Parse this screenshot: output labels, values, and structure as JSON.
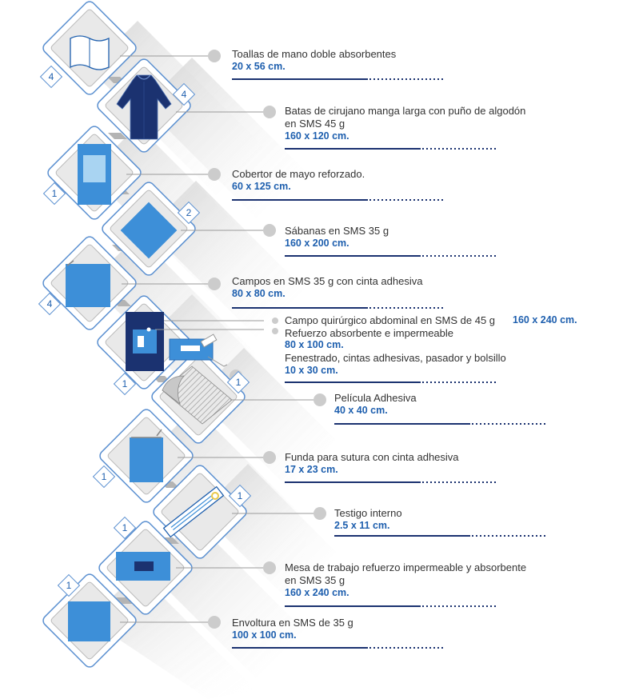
{
  "items": [
    {
      "label": "Toallas de mano doble absorbentes",
      "size": "20 x 56 cm.",
      "qty": "4",
      "icon": "hand-towel-icon"
    },
    {
      "label": "Batas de cirujano manga larga con puño de algodón",
      "label2": "en SMS 45 g",
      "size": "160 x 120 cm.",
      "qty": "4",
      "icon": "surgical-gown-icon"
    },
    {
      "label": "Cobertor de mayo reforzado.",
      "size": "60 x 125 cm.",
      "qty": "1",
      "icon": "mayo-cover-icon"
    },
    {
      "label": "Sábanas  en SMS 35 g",
      "size": "160 x 200 cm.",
      "qty": "2",
      "icon": "sheet-icon"
    },
    {
      "label": "Campos en SMS 35 g con cinta adhesiva",
      "size": "80 x 80 cm.",
      "qty": "4",
      "icon": "adhesive-field-icon"
    },
    {
      "label": "Campo quirúrgico abdominal en SMS de 45 g",
      "size": "160 x 240 cm.",
      "qty": "1",
      "icon": "abdominal-drape-icon"
    },
    {
      "label": "Refuerzo absorbente e impermeable",
      "size": "80 x 100 cm."
    },
    {
      "label": "Fenestrado, cintas adhesivas, pasador y bolsillo",
      "size": "10 x 30 cm."
    },
    {
      "label": "Película Adhesiva",
      "size": "40 x 40 cm.",
      "qty": "1",
      "icon": "adhesive-film-icon"
    },
    {
      "label": "Funda para sutura con cinta adhesiva",
      "size": "17 x 23 cm.",
      "qty": "1",
      "icon": "suture-pouch-icon"
    },
    {
      "label": "Testigo interno",
      "size": "2.5 x 11 cm.",
      "qty": "1",
      "icon": "indicator-strip-icon"
    },
    {
      "label": "Mesa de trabajo refuerzo impermeable y absorbente",
      "label2": "en SMS 35 g",
      "size": "160 x 240 cm.",
      "qty": "1",
      "icon": "table-cover-icon"
    },
    {
      "label": "Envoltura en SMS de 35 g",
      "size": "100 x 100 cm.",
      "qty": "1",
      "icon": "wrap-icon"
    }
  ],
  "colors": {
    "navy": "#1b3270",
    "blue": "#3d8fd8",
    "light_blue": "#a9d4f2",
    "text_blue": "#1e5fae",
    "dot": "#cccccc"
  }
}
